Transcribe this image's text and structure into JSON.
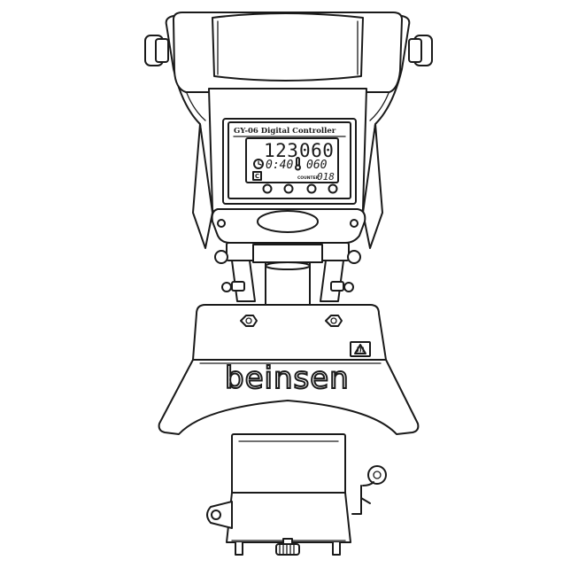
{
  "controller": {
    "title": "GY-06 Digital Controller",
    "temperature_setpoint": "123",
    "time_setpoint": "060",
    "timer_value": "0:40",
    "current_temperature": "060",
    "counter_label": "COUNTER",
    "counter_value": "018",
    "mode_badge": "C",
    "buttons": [
      "button-1",
      "button-2",
      "button-3",
      "button-4"
    ]
  },
  "brand": {
    "logo_text": "beinsen"
  },
  "icons": {
    "timer": "clock-icon",
    "temperature": "thermometer-icon",
    "warning": "hot-surface-warning-icon"
  }
}
